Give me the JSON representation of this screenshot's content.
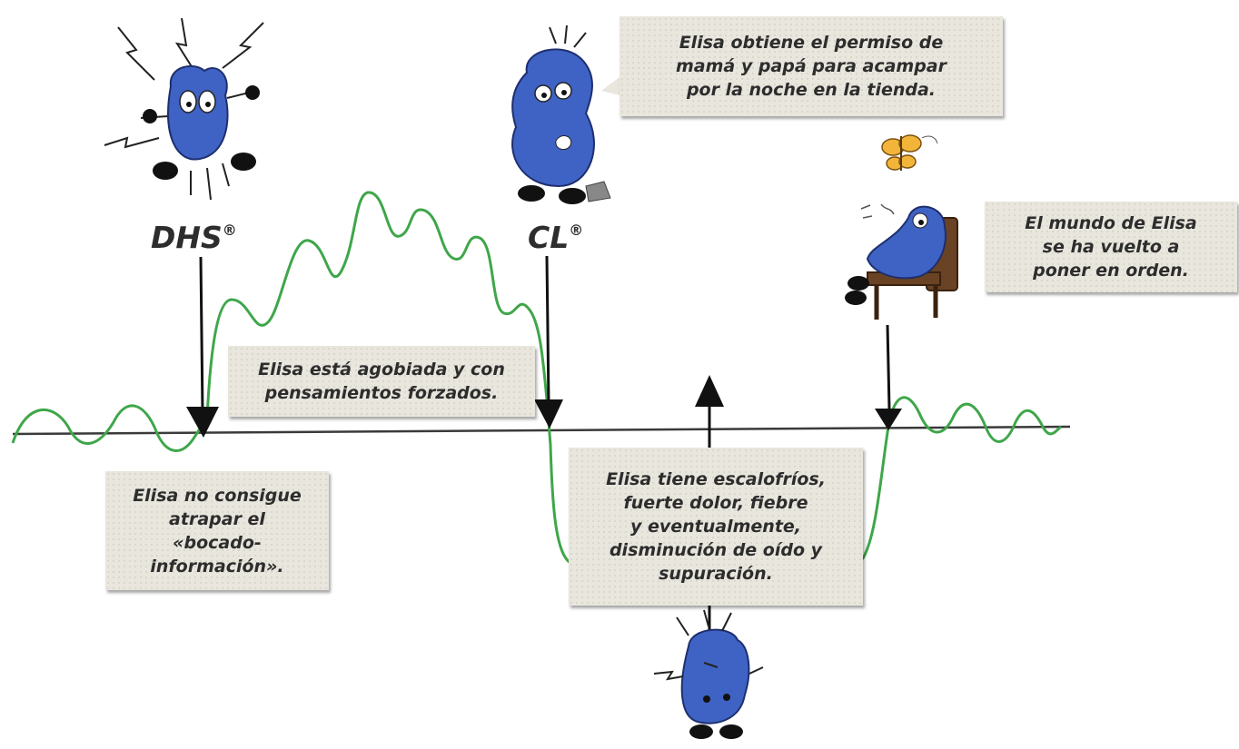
{
  "markers": {
    "dhs": {
      "label": "DHS",
      "mark": "®"
    },
    "cl": {
      "label": "CL",
      "mark": "®"
    }
  },
  "captions": {
    "permission": "Elisa obtiene el permiso de\nmamá y papá para acampar\npor la noche en la tienda.",
    "world": "El mundo de Elisa\nse ha vuelto a\nponer en orden.",
    "overwhelmed": "Elisa está agobiada y con\npensamientos forzados.",
    "bite": "Elisa no consigue\natrapar el\n«bocado-\ninformación».",
    "symptoms": "Elisa tiene escalofríos,\nfuerte dolor, fiebre\ny eventualmente,\ndisminución de oído y\nsupuración."
  },
  "colors": {
    "curve": "#3fa64a",
    "baseline": "#3a3a3a",
    "arrow": "#111111",
    "character": "#3f63c4",
    "butterfly": "#f2b53a"
  },
  "icons": [
    "character-jolted-icon",
    "character-thinking-icon",
    "character-relaxing-icon",
    "butterfly-icon",
    "character-sick-icon"
  ]
}
